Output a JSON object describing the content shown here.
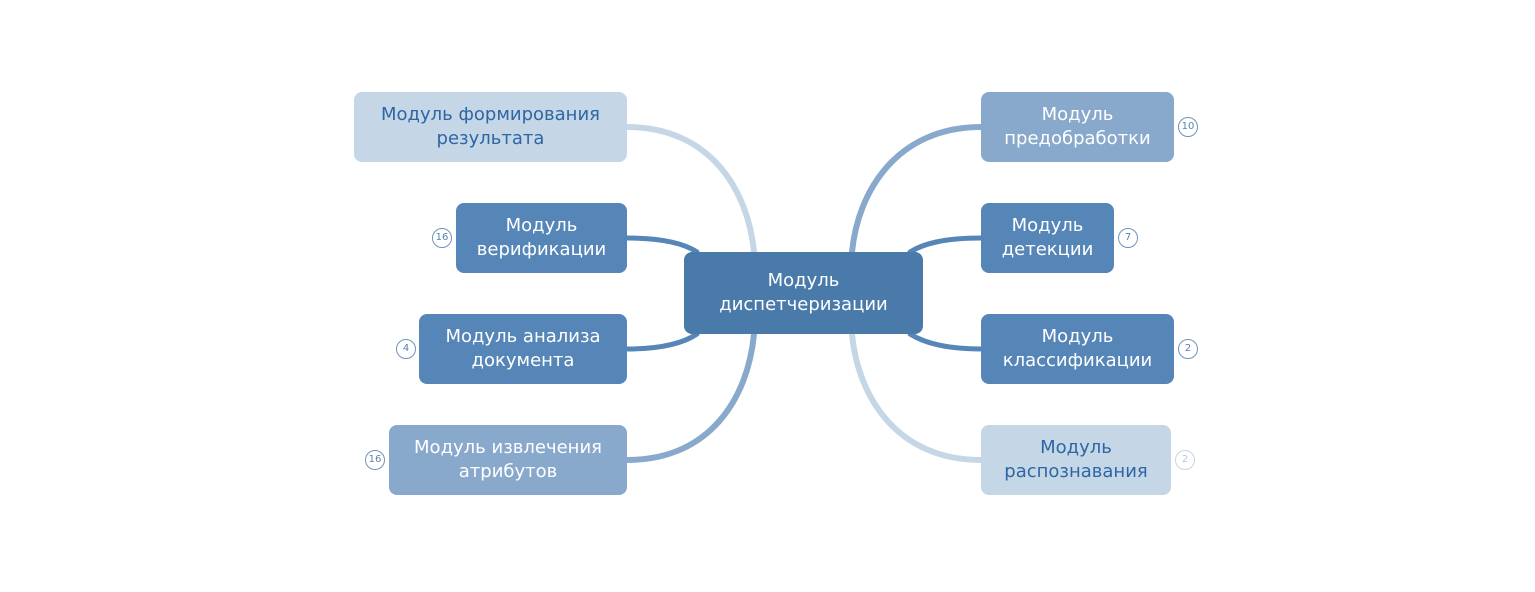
{
  "root": {
    "lines": [
      "Модуль",
      "диспетчеризации"
    ]
  },
  "left": [
    {
      "key": "result",
      "lines": [
        "Модуль формирования",
        "результата"
      ],
      "tone": "pale",
      "badge": ""
    },
    {
      "key": "verify",
      "lines": [
        "Модуль",
        "верификации"
      ],
      "tone": "mid",
      "badge": "16"
    },
    {
      "key": "analysis",
      "lines": [
        "Модуль анализа",
        "документа"
      ],
      "tone": "mid",
      "badge": "4"
    },
    {
      "key": "extract",
      "lines": [
        "Модуль извлечения",
        "атрибутов"
      ],
      "tone": "soft",
      "badge": "16"
    }
  ],
  "right": [
    {
      "key": "preproc",
      "lines": [
        "Модуль",
        "предобработки"
      ],
      "tone": "soft",
      "badge": "10"
    },
    {
      "key": "detect",
      "lines": [
        "Модуль",
        "детекции"
      ],
      "tone": "mid",
      "badge": "7"
    },
    {
      "key": "classify",
      "lines": [
        "Модуль",
        "классификации"
      ],
      "tone": "mid",
      "badge": "2"
    },
    {
      "key": "recog",
      "lines": [
        "Модуль",
        "распознавания"
      ],
      "tone": "pale",
      "badge": "2"
    }
  ],
  "colors": {
    "root": "#4a7aaa",
    "mid": "#5686b7",
    "soft": "#88a9cc",
    "pale": "#c5d6e7",
    "pale_text": "#2d66a3",
    "badge_border": "#6f93bb"
  }
}
